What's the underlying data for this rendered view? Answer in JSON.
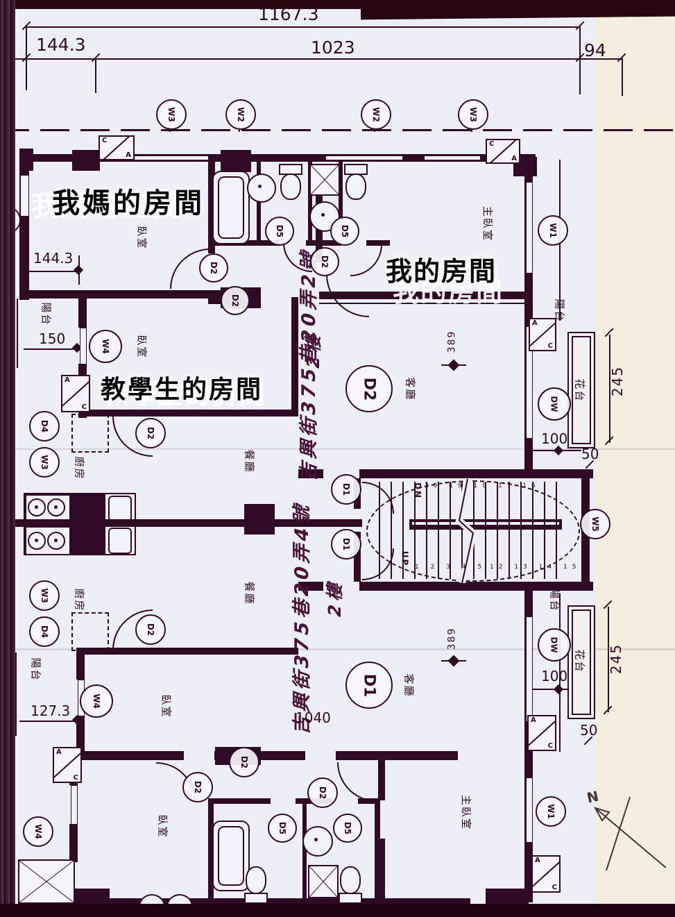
{
  "top_windows": [
    "W3",
    "W2",
    "W2",
    "W3"
  ],
  "dimensions": {
    "total_width": "1167.3",
    "left_offset": "144.3",
    "main_width": "1023",
    "right_offset": "94",
    "wall_144": "144.3",
    "wall_150": "150",
    "wall_127": "127.3",
    "living_width": "1040",
    "flower_len": "245",
    "balcony_100": "100",
    "gap_50": "50",
    "level_389": "389"
  },
  "markers": {
    "w1": "W1",
    "w2": "W2",
    "w3": "W3",
    "w4": "W4",
    "w5": "W5",
    "dw": "DW",
    "d1": "D1",
    "d2": "D2",
    "d4": "D4",
    "d5": "D5",
    "c": "C",
    "a": "A"
  },
  "rooms": {
    "bedroom": "臥室",
    "master_bedroom": "主臥室",
    "living_room": "客廳",
    "dining_room": "餐廳",
    "kitchen": "廚房",
    "balcony": "陽台",
    "flower_bed": "花台"
  },
  "overlays": {
    "mom_room": "我媽的房間",
    "my_room": "我的房間",
    "student_room": "教學生的房間"
  },
  "handwriting": {
    "unit2_address": "吉興街375巷20弄2號",
    "unit2_floor": "2樓",
    "unit4_address": "吉興街375巷20弄4號",
    "unit4_floor": "2樓"
  },
  "stair": {
    "down": "DN",
    "up": "UP",
    "down_steps": "20 19 18 17 16",
    "up_steps": "1 2 3 4 5",
    "mid_steps": "12 13 14 15"
  },
  "compass": {
    "north": "N"
  }
}
